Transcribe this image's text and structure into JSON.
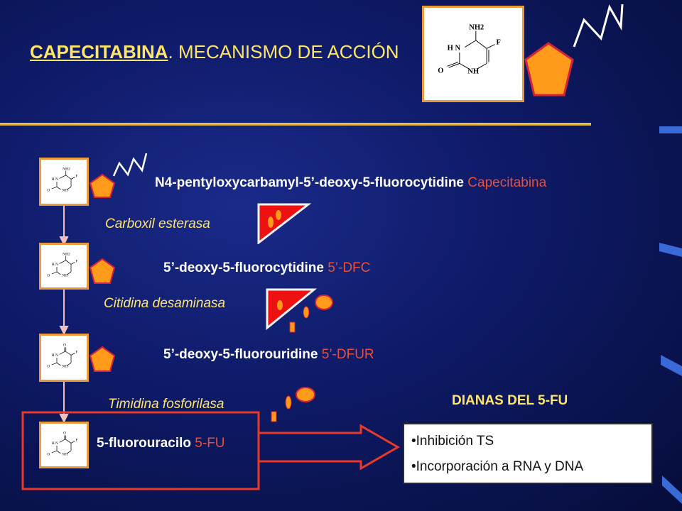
{
  "title": {
    "drug": "CAPECITABINA",
    "rest": ". MECANISMO DE ACCIÓN"
  },
  "molecule_labels": {
    "nh2": "NH2",
    "hn": "H N",
    "f": "F",
    "o": "O",
    "nh": "NH"
  },
  "steps": [
    {
      "name": "N4-pentyloxycarbamyl-5’-deoxy-5-fluorocytidine",
      "abbr": "Capecitabina"
    },
    {
      "name": "5’-deoxy-5-fluorocytidine",
      "abbr": "5’-DFC"
    },
    {
      "name": "5’-deoxy-5-fluorouridine",
      "abbr": "5’-DFUR"
    },
    {
      "name": "5-fluorouracilo",
      "abbr": "5-FU"
    }
  ],
  "enzymes": [
    "Carboxil esterasa",
    "Citidina desaminasa",
    "Timidina fosforilasa"
  ],
  "dianas": {
    "title": "DIANAS DEL 5-FU",
    "items": [
      "•Inhibición TS",
      "•Incorporación a RNA y DNA"
    ]
  },
  "colors": {
    "title": "#ffe566",
    "abbr": "#e8503a",
    "pentagon": "#ff9a1a",
    "enzyme_triangle": "#ee1111",
    "connector": "#e83a2a",
    "box_border": "#e89a3c"
  }
}
